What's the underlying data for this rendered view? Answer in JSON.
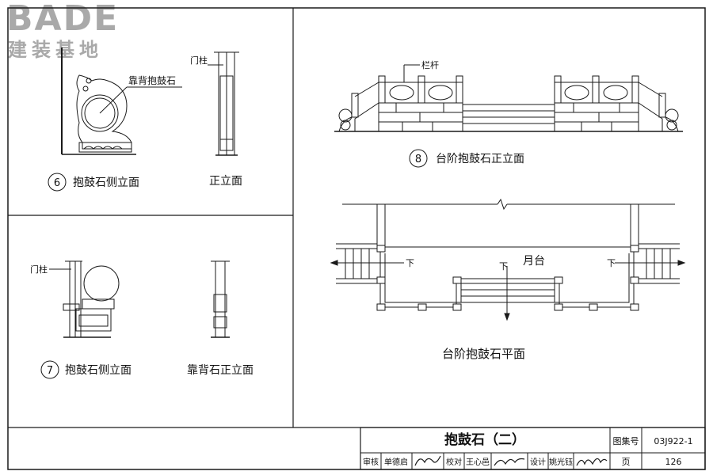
{
  "watermark": {
    "brand": "BADE",
    "sub": "建装基地"
  },
  "panel6": {
    "label_stone": "靠背抱鼓石",
    "label_post": "门柱",
    "num": "6",
    "caption_side": "抱鼓石侧立面",
    "caption_front": "正立面"
  },
  "panel7": {
    "label_post": "门柱",
    "num": "7",
    "caption_side": "抱鼓石侧立面",
    "caption_front": "靠背石正立面"
  },
  "panel8": {
    "label_rail": "栏杆",
    "num": "8",
    "caption": "台阶抱鼓石正立面"
  },
  "plan": {
    "down": "下",
    "platform": "月台",
    "caption": "台阶抱鼓石平面"
  },
  "titleblock": {
    "title": "抱鼓石（二）",
    "atlas_label": "图集号",
    "atlas_no": "03J922-1",
    "page_label": "页",
    "page_no": "126",
    "review_label": "审核",
    "reviewer": "单德启",
    "check_label": "校对",
    "checker": "王心邑",
    "design_label": "设计",
    "designer": "姚光钰"
  },
  "colors": {
    "line": "#1a1a1a",
    "watermark": "#a9a9a9"
  }
}
